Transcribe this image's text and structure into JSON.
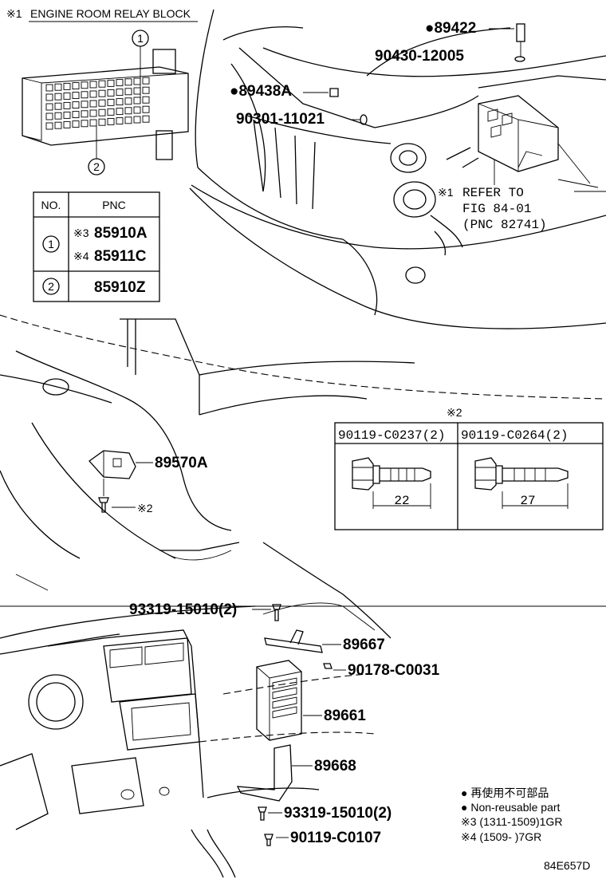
{
  "relay_block": {
    "title": "ENGINE ROOM RELAY BLOCK",
    "title_mark": "※1",
    "callout_1": "1",
    "callout_2": "2"
  },
  "pnc_table": {
    "col_no": "NO.",
    "col_pnc": "PNC",
    "rows": [
      {
        "no": "1",
        "entries": [
          {
            "mark": "※3",
            "pnc": "85910A"
          },
          {
            "mark": "※4",
            "pnc": "85911C"
          }
        ]
      },
      {
        "no": "2",
        "entries": [
          {
            "mark": "",
            "pnc": "85910Z"
          }
        ]
      }
    ]
  },
  "engine_parts": {
    "p89422": "●89422",
    "p90430": "90430-12005",
    "p89438A": "●89438A",
    "p90301": "90301-11021",
    "refer_mark": "※1",
    "refer_line1": "REFER TO",
    "refer_line2": "FIG 84-01",
    "refer_line3": "(PNC 82741)"
  },
  "bracket_part": {
    "p89570A": "89570A",
    "bolt_mark": "※2"
  },
  "bolt_table": {
    "header_mark": "※2",
    "col1": "90119-C0237(2)",
    "col2": "90119-C0264(2)",
    "len1": "22",
    "len2": "27"
  },
  "ecu_parts": {
    "p93319_top": "93319-15010(2)",
    "p89667": "89667",
    "p90178": "90178-C0031",
    "p89661": "89661",
    "p89668": "89668",
    "p93319_bottom": "93319-15010(2)",
    "p90119": "90119-C0107"
  },
  "legend": {
    "line1": "● 再使用不可部品",
    "line2": "● Non-reusable part",
    "line3": "※3 (1311-1509)1GR",
    "line4": "※4 (1509-        )7GR"
  },
  "figure_id": "84E657D"
}
